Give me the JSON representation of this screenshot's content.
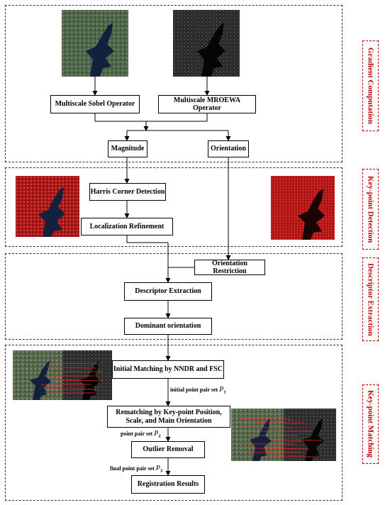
{
  "sections": {
    "gradient": "Gradient Computation",
    "keypoint": "Key-point Detection",
    "descriptor": "Descriptor Extraction",
    "matching": "Key-point Matching"
  },
  "boxes": {
    "sobel": "Multiscale Sobel Operator",
    "mroewa": "Multiscale MROEWA Operator",
    "magnitude": "Magnitude",
    "orientation": "Orientation",
    "harris": "Harris Corner Detection",
    "localization": "Localization Refinement",
    "orientation_restriction": "Orientation Restriction",
    "descriptor_extraction": "Descriptor Extraction",
    "dominant_orientation": "Dominant orientation",
    "initial_matching": "Initial Matching by NNDR and FSC",
    "rematching": "Rematching by Key-point Position, Scale, and Main Orientation",
    "outlier_removal": "Outlier Removal",
    "registration": "Registration Results"
  },
  "labels": {
    "p1_text": "initial point pair set",
    "p1_sym": "P",
    "p1_sub": "1",
    "p2_text": "point pair set",
    "p2_sym": "P",
    "p2_sub": "2",
    "p3_text": "final point pair set",
    "p3_sym": "P",
    "p3_sub": "3"
  },
  "colors": {
    "section_label": "#c00000",
    "optical_image": "#3f5a3a",
    "sar_image": "#1e1e1e",
    "keypoint_image": "#b01818",
    "water": "#13203e",
    "match_lines": "#ff2020"
  }
}
